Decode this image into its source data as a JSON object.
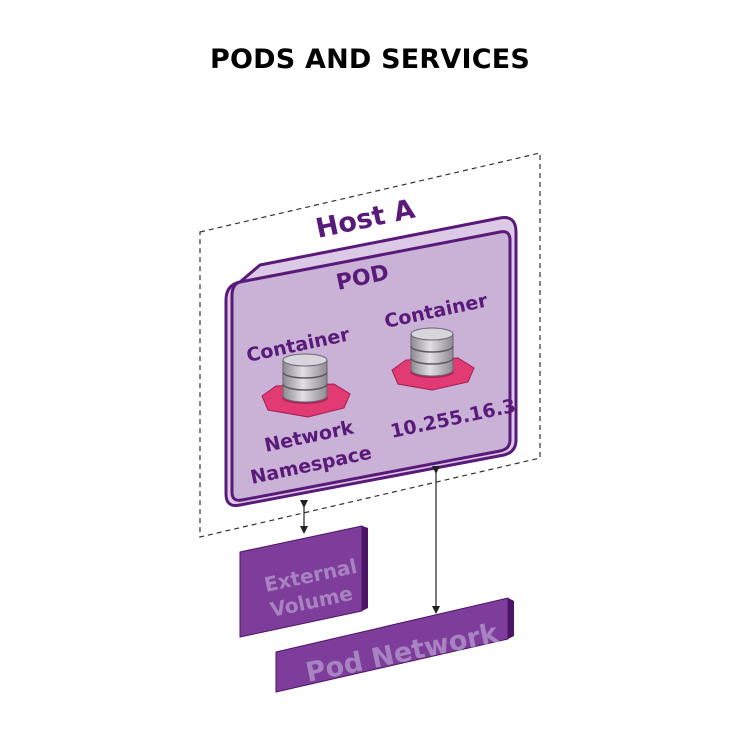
{
  "title": "PODS AND SERVICES",
  "host": {
    "label": "Host A"
  },
  "pod": {
    "label": "POD",
    "containers": [
      {
        "label": "Container"
      },
      {
        "label": "Container"
      }
    ],
    "network_namespace_line1": "Network",
    "network_namespace_line2": "Namespace",
    "ip_address": "10.255.16.3"
  },
  "external_volume": {
    "line1": "External",
    "line2": "Volume"
  },
  "pod_network": {
    "label": "Pod Network"
  },
  "colors": {
    "purple_text": "#5a1a7a",
    "pod_fill": "#c9b2d6",
    "host_fill": "#dcc9e6",
    "block_fill": "#7f3d9b",
    "block_text": "#a883c2",
    "accent_pink": "#e23b74"
  }
}
